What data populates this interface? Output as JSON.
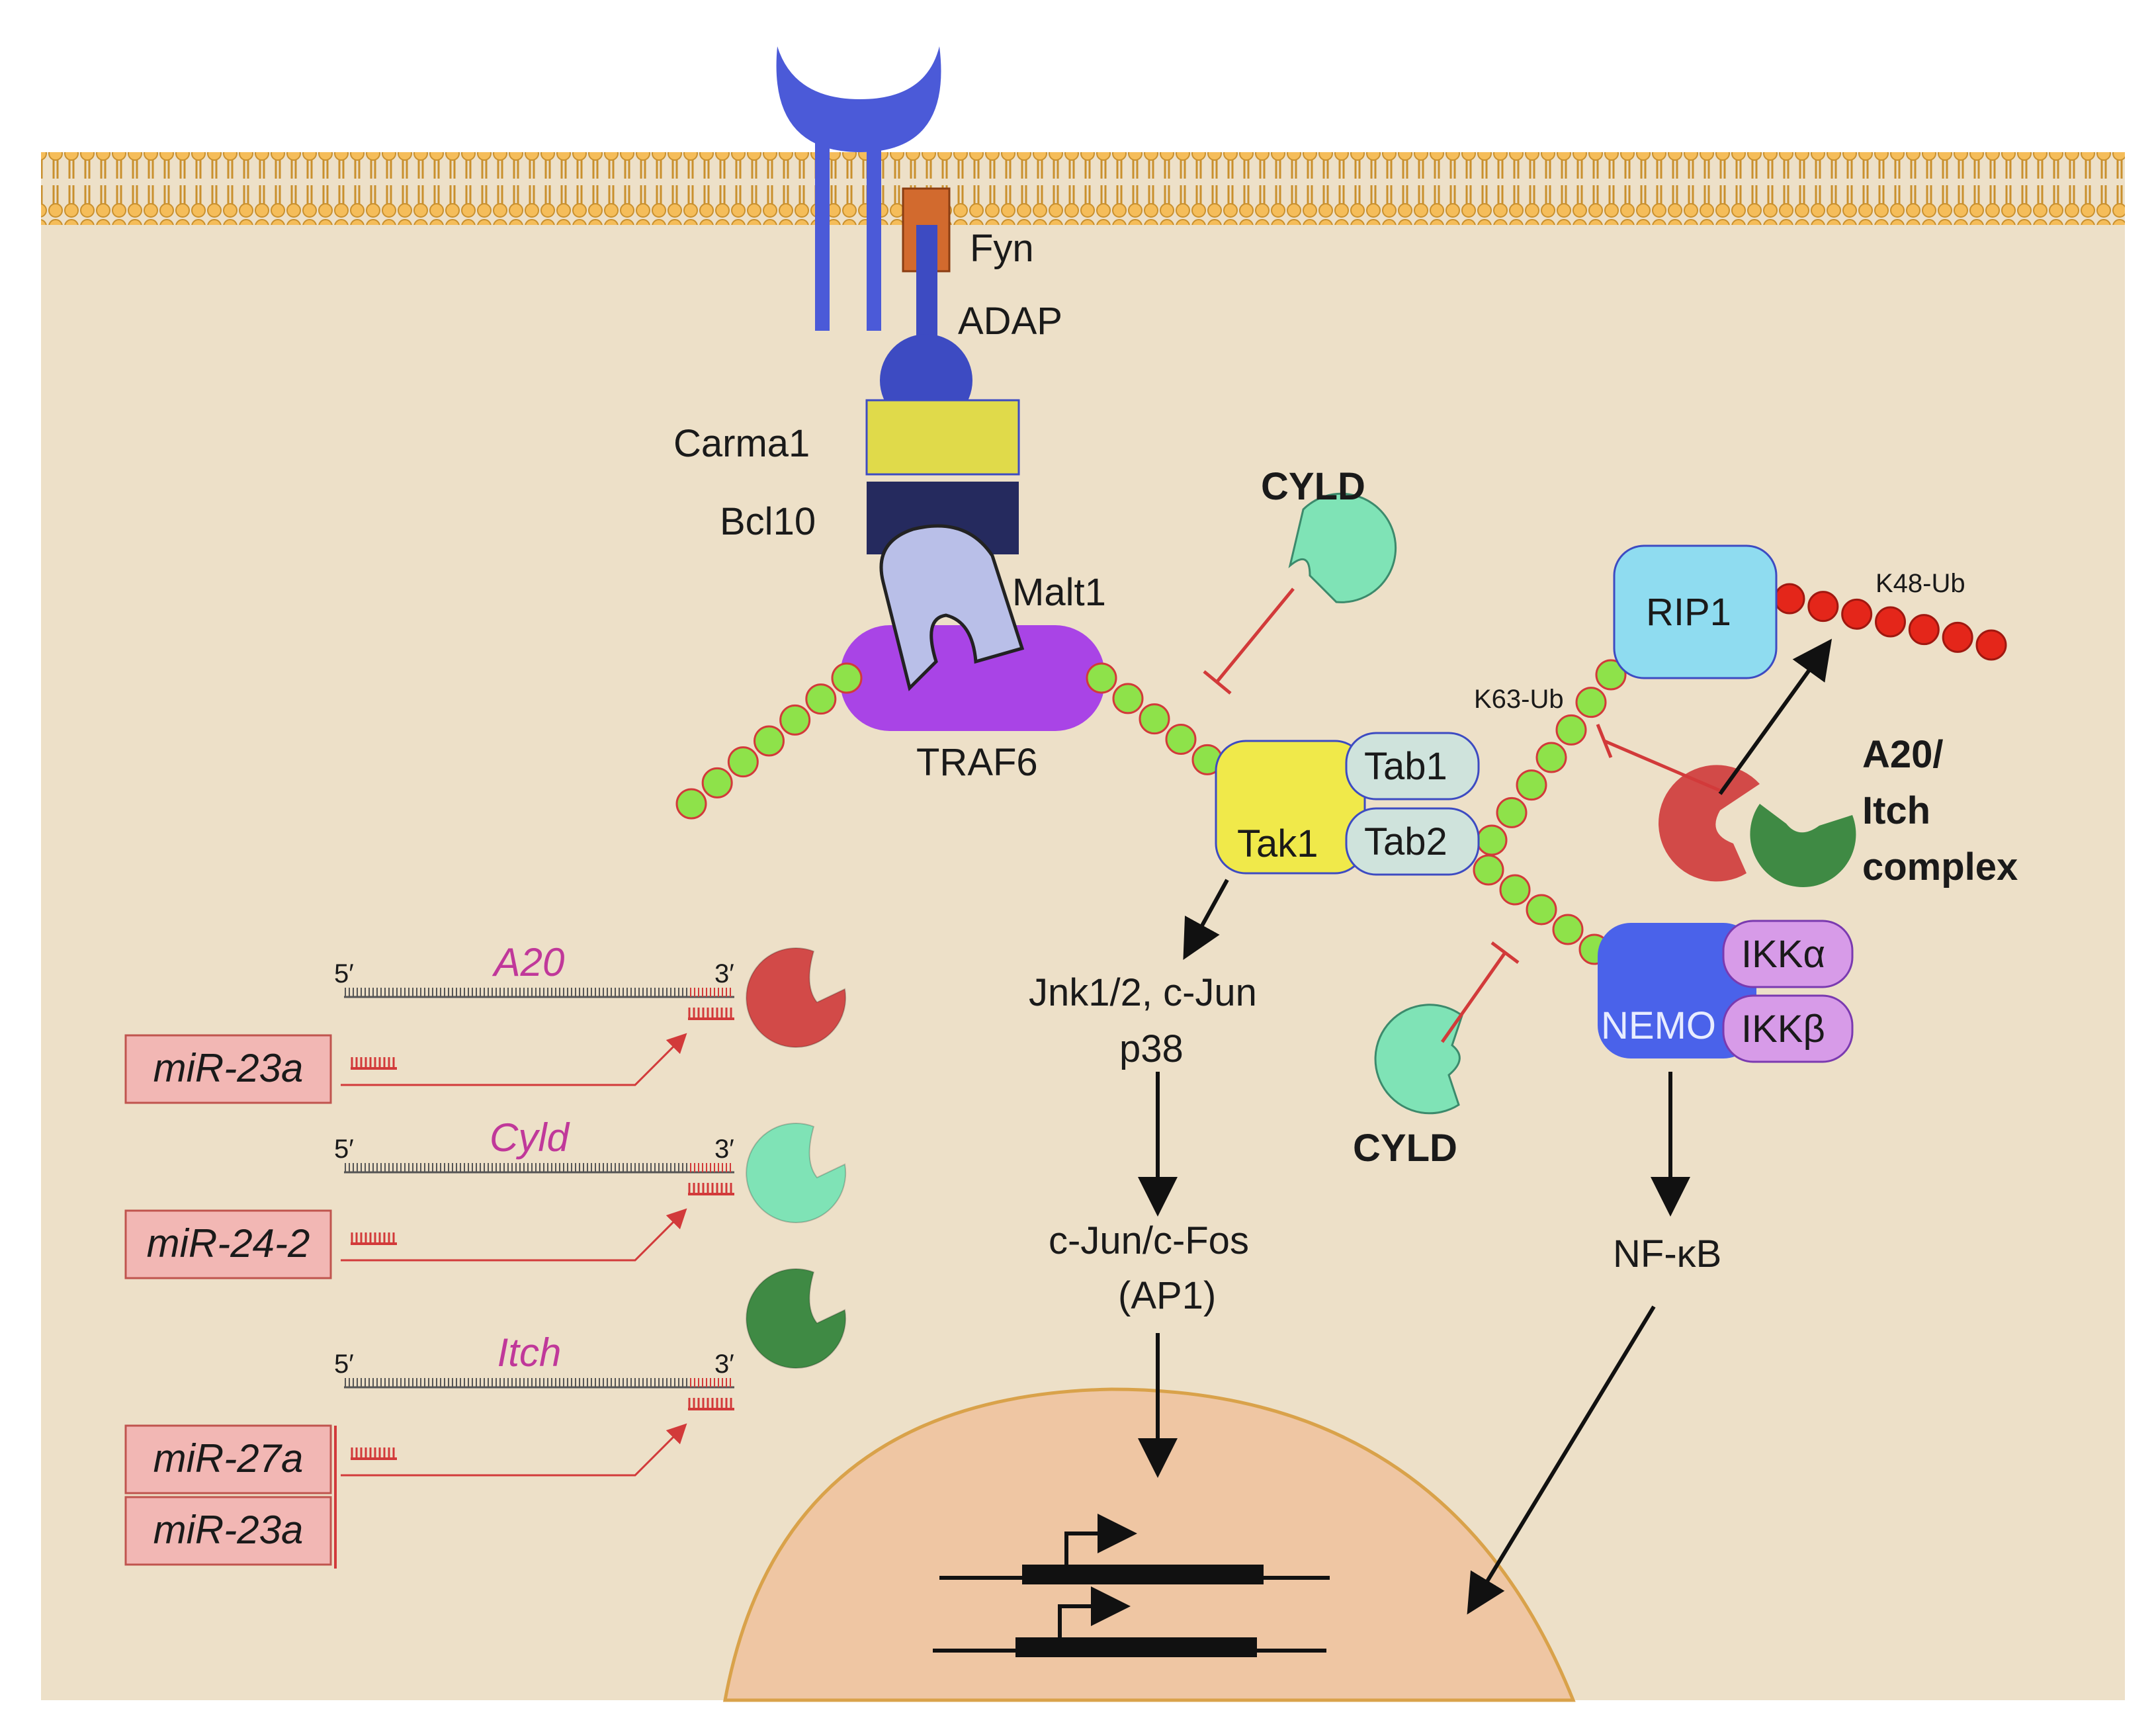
{
  "membrane_proteins": {
    "fyn": "Fyn",
    "adap": "ADAP",
    "carma1": "Carma1",
    "bcl10": "Bcl10",
    "malt1": "Malt1",
    "traf6": "TRAF6"
  },
  "kinase_complex": {
    "tak1": "Tak1",
    "tab1": "Tab1",
    "tab2": "Tab2",
    "rip1": "RIP1",
    "nemo": "NEMO",
    "ikk_alpha": "IKKα",
    "ikk_beta": "IKKβ"
  },
  "ubiquitin": {
    "k63": "K63-Ub",
    "k48": "K48-Ub"
  },
  "regulators": {
    "cyld_top": "CYLD",
    "cyld_bottom": "CYLD",
    "a20_itch_line1": "A20/",
    "a20_itch_line2": "Itch",
    "a20_itch_line3": "complex"
  },
  "downstream": {
    "jnk_line1": "Jnk1/2, c-Jun",
    "jnk_line2": "p38",
    "ap1_line1": "c-Jun/c-Fos",
    "ap1_line2": "(AP1)",
    "nfkb": "NF-κB"
  },
  "mirna_panel": [
    {
      "gene": "A20",
      "five": "5′",
      "three": "3′",
      "mirs": [
        "miR-23a"
      ],
      "protein_color": "#d24a48"
    },
    {
      "gene": "Cyld",
      "five": "5′",
      "three": "3′",
      "mirs": [
        "miR-24-2"
      ],
      "protein_color": "#7fe3b6"
    },
    {
      "gene": "Itch",
      "five": "5′",
      "three": "3′",
      "mirs": [
        "miR-27a",
        "miR-23a"
      ],
      "protein_color": "#3f8a44"
    }
  ],
  "colors": {
    "cytoplasm": "#ede0c8",
    "membrane": "#f3b64f",
    "receptor": "#4b5ad8",
    "fyn": "#d26a2e",
    "carma1": "#e0da4a",
    "bcl10": "#252a5e",
    "malt1": "#b9bfe8",
    "traf6": "#a944e6",
    "tak1": "#f0e94a",
    "tab": "#cfe3dc",
    "rip1": "#8fdcf0",
    "nemo": "#4a62ea",
    "ikk": "#d79be8",
    "ub_k63": "#8ee24a",
    "ub_k48": "#e4261a",
    "cyld": "#7fe3b6",
    "a20": "#d24a48",
    "itch": "#3f8a44",
    "nucleus": "#efc6a3",
    "mir_box": "#f2b7b4",
    "inhibit": "#d23a3a"
  }
}
